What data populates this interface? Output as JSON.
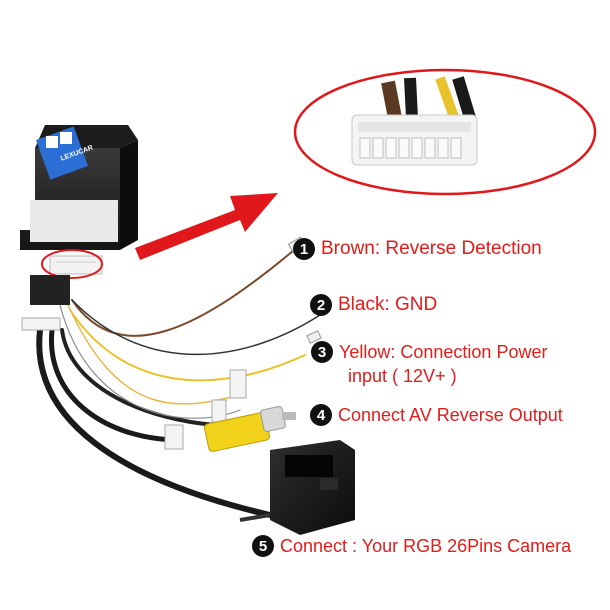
{
  "module": {
    "brand_text": "LEXUCAR"
  },
  "labels": [
    {
      "number": "1",
      "text": "Brown: Reverse Detection"
    },
    {
      "number": "2",
      "text": "Black: GND"
    },
    {
      "number": "3",
      "text": "Yellow: Connection Power",
      "text_line2": "input ( 12V+ )"
    },
    {
      "number": "4",
      "text": "Connect AV Reverse Output"
    },
    {
      "number": "5",
      "text": "Connect :  Your RGB 26Pins Camera"
    }
  ],
  "colors": {
    "label_red": "#e21b1b",
    "arrow_red": "#e0181b",
    "number_bg": "#111111"
  }
}
